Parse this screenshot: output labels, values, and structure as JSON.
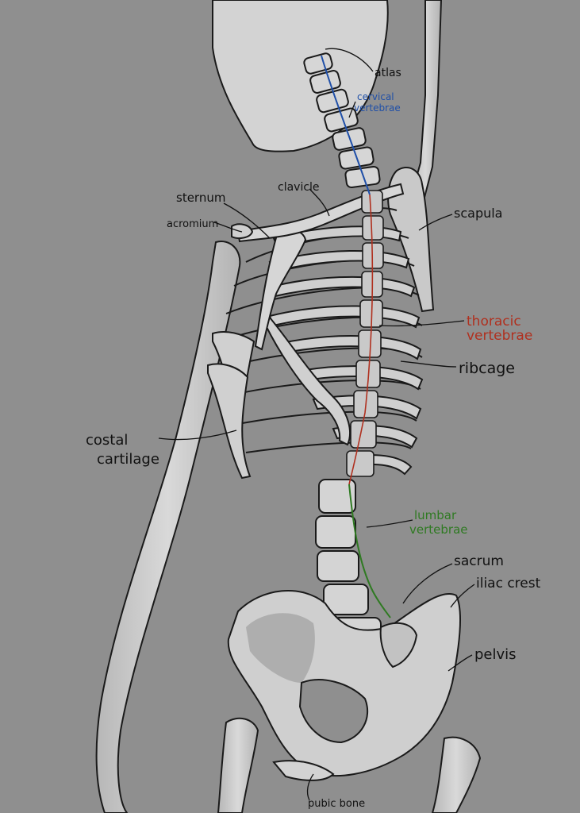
{
  "colors": {
    "background": "#8f8f8f",
    "bone_fill": "#d2d2d2",
    "bone_shade": "#a9a9a9",
    "outline": "#1a1a1a",
    "black_label": "#111111",
    "cervical_blue": "#1f4fa8",
    "thoracic_red": "#b0301f",
    "lumbar_green": "#2f7a22"
  },
  "labels": {
    "atlas": "atlas",
    "cervical_line1": "cervical",
    "cervical_line2": "vertebrae",
    "clavicle": "clavicle",
    "sternum": "sternum",
    "acromium": "acromium",
    "scapula": "scapula",
    "thoracic_line1": "thoracic",
    "thoracic_line2": "vertebrae",
    "ribcage": "ribcage",
    "costal_line1": "costal",
    "costal_line2": "cartilage",
    "lumbar_line1": "lumbar",
    "lumbar_line2": "vertebrae",
    "sacrum": "sacrum",
    "iliac_crest": "iliac crest",
    "pelvis": "pelvis",
    "pubic_bone": "pubic bone"
  }
}
